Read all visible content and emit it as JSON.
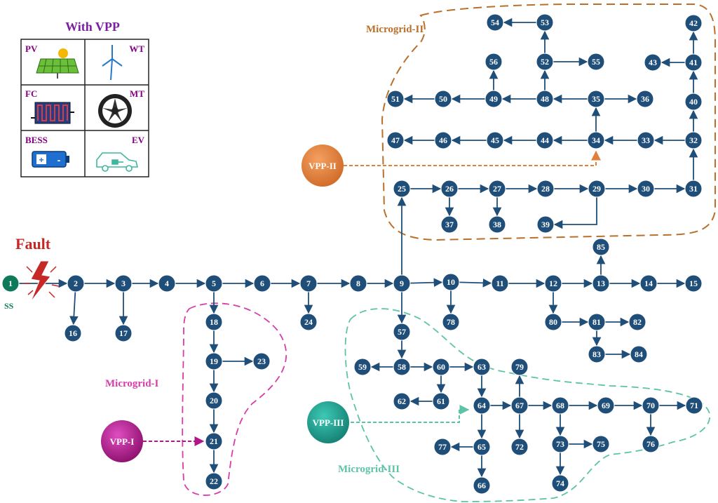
{
  "legend": {
    "title": "With VPP",
    "items": [
      {
        "label": "PV",
        "icon": "solar-panel-icon"
      },
      {
        "label": "WT",
        "icon": "wind-turbine-icon"
      },
      {
        "label": "FC",
        "icon": "fuel-cell-icon"
      },
      {
        "label": "MT",
        "icon": "micro-turbine-icon"
      },
      {
        "label": "BESS",
        "icon": "battery-icon"
      },
      {
        "label": "EV",
        "icon": "electric-vehicle-icon"
      }
    ],
    "title_color": "#7b1fa2",
    "label_color": "#800080"
  },
  "fault_label": "Fault",
  "substation_label": "SS",
  "microgrids": [
    {
      "name": "Microgrid-I",
      "color": "#d63da8"
    },
    {
      "name": "Microgrid-II",
      "color": "#b8702a"
    },
    {
      "name": "Microgrid-III",
      "color": "#5cc4a6"
    }
  ],
  "vpps": [
    {
      "name": "VPP-I",
      "color": "#b0168a"
    },
    {
      "name": "VPP-II",
      "color": "#e0803a"
    },
    {
      "name": "VPP-III",
      "color": "#1fa394"
    }
  ],
  "node_ids": [
    "1",
    "2",
    "3",
    "4",
    "5",
    "6",
    "7",
    "8",
    "9",
    "10",
    "11",
    "12",
    "13",
    "14",
    "15",
    "16",
    "17",
    "18",
    "19",
    "20",
    "21",
    "22",
    "23",
    "24",
    "25",
    "26",
    "27",
    "28",
    "29",
    "30",
    "31",
    "32",
    "33",
    "34",
    "35",
    "36",
    "37",
    "38",
    "39",
    "40",
    "41",
    "42",
    "43",
    "44",
    "45",
    "46",
    "47",
    "48",
    "49",
    "50",
    "51",
    "52",
    "53",
    "54",
    "55",
    "56",
    "57",
    "58",
    "59",
    "60",
    "61",
    "62",
    "63",
    "64",
    "65",
    "66",
    "67",
    "68",
    "69",
    "70",
    "71",
    "72",
    "73",
    "74",
    "75",
    "76",
    "77",
    "78",
    "79",
    "80",
    "81",
    "82",
    "83",
    "84",
    "85"
  ],
  "colors": {
    "node": "#1f4e79",
    "substation": "#0f7a5a",
    "fault": "#c62828"
  }
}
